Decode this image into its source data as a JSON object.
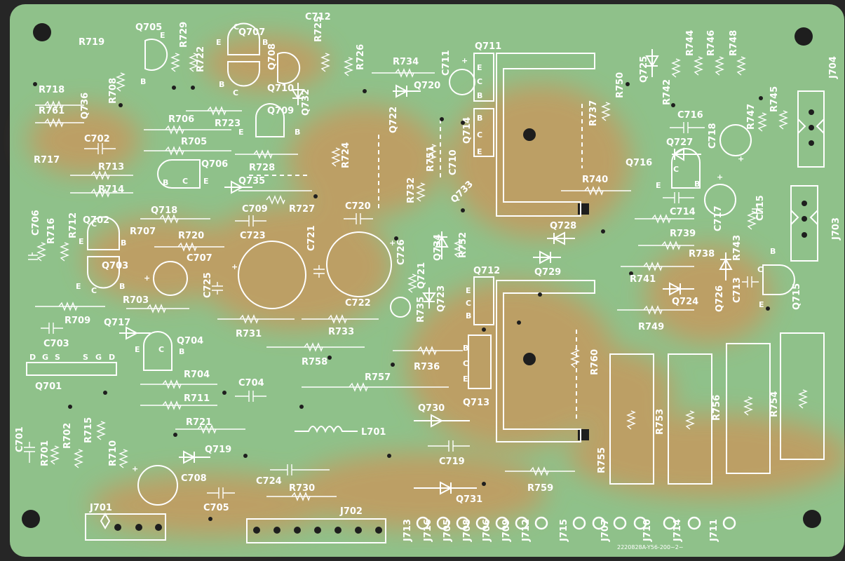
{
  "board": {
    "serial": "2220828A-Y56-200~2~",
    "colors": {
      "mask": "#8fc18a",
      "copper": "#c59a5e",
      "silk": "#ffffff",
      "edge": "#1f1f1f"
    }
  },
  "labels": {
    "R719": "R719",
    "R729": "R729",
    "R722": "R722",
    "R725": "R725",
    "R726": "R726",
    "R734": "R734",
    "R718": "R718",
    "R761": "R761",
    "R708": "R708",
    "R706": "R706",
    "R723": "R723",
    "R705": "R705",
    "R717": "R717",
    "R713": "R713",
    "R714": "R714",
    "R728": "R728",
    "R724": "R724",
    "R751": "R751",
    "R727": "R727",
    "R732": "R732",
    "R716": "R716",
    "R712": "R712",
    "R707": "R707",
    "R720": "R720",
    "R703": "R703",
    "R709": "R709",
    "R731": "R731",
    "R733": "R733",
    "R735": "R735",
    "R752": "R752",
    "R758": "R758",
    "R736": "R736",
    "R704": "R704",
    "R711": "R711",
    "R757": "R757",
    "R721": "R721",
    "R701": "R701",
    "R702": "R702",
    "R715": "R715",
    "R710": "R710",
    "R730": "R730",
    "R759": "R759",
    "R750": "R750",
    "R742": "R742",
    "R744": "R744",
    "R746": "R746",
    "R748": "R748",
    "R737": "R737",
    "R745": "R745",
    "R747": "R747",
    "R740": "R740",
    "R739": "R739",
    "R738": "R738",
    "R741": "R741",
    "R743": "R743",
    "R749": "R749",
    "R760": "R760",
    "R753": "R753",
    "R756": "R756",
    "R754": "R754",
    "R755": "R755",
    "C712": "C712",
    "C711": "C711",
    "C702": "C702",
    "C709": "C709",
    "C720": "C720",
    "C706": "C706",
    "C723": "C723",
    "C721": "C721",
    "C726": "C726",
    "C707": "C707",
    "C725": "C725",
    "C722": "C722",
    "C703": "C703",
    "C704": "C704",
    "C701": "C701",
    "C708": "C708",
    "C705": "C705",
    "C724": "C724",
    "C719": "C719",
    "C710": "C710",
    "C716": "C716",
    "C718": "C718",
    "C714": "C714",
    "C717": "C717",
    "C715": "C715",
    "C713": "C713",
    "Q705": "Q705",
    "Q707": "Q707",
    "Q708": "Q708",
    "Q710": "Q710",
    "Q709": "Q709",
    "Q732": "Q732",
    "Q711": "Q711",
    "Q720": "Q720",
    "Q736": "Q736",
    "Q722": "Q722",
    "Q714": "Q714",
    "Q706": "Q706",
    "Q735": "Q735",
    "Q733": "Q733",
    "Q718": "Q718",
    "Q702": "Q702",
    "Q703": "Q703",
    "Q734": "Q734",
    "Q721": "Q721",
    "Q723": "Q723",
    "Q712": "Q712",
    "Q717": "Q717",
    "Q704": "Q704",
    "Q701": "Q701",
    "Q713": "Q713",
    "Q730": "Q730",
    "Q719": "Q719",
    "Q731": "Q731",
    "Q725": "Q725",
    "Q727": "Q727",
    "Q716": "Q716",
    "Q728": "Q728",
    "Q729": "Q729",
    "Q724": "Q724",
    "Q726": "Q726",
    "Q715": "Q715",
    "L701": "L701",
    "J704": "J704",
    "J703": "J703",
    "J701": "J701",
    "J702": "J702",
    "J713": "J713",
    "J716": "J716",
    "J705": "J705",
    "J708": "J708",
    "J706": "J706",
    "J709": "J709",
    "J712": "J712",
    "J715": "J715",
    "J707": "J707",
    "J710": "J710",
    "J714": "J714",
    "J711": "J711",
    "pinE": "E",
    "pinB": "B",
    "pinC": "C",
    "pinD": "D",
    "pinG": "G",
    "pinS": "S",
    "plus": "+"
  }
}
